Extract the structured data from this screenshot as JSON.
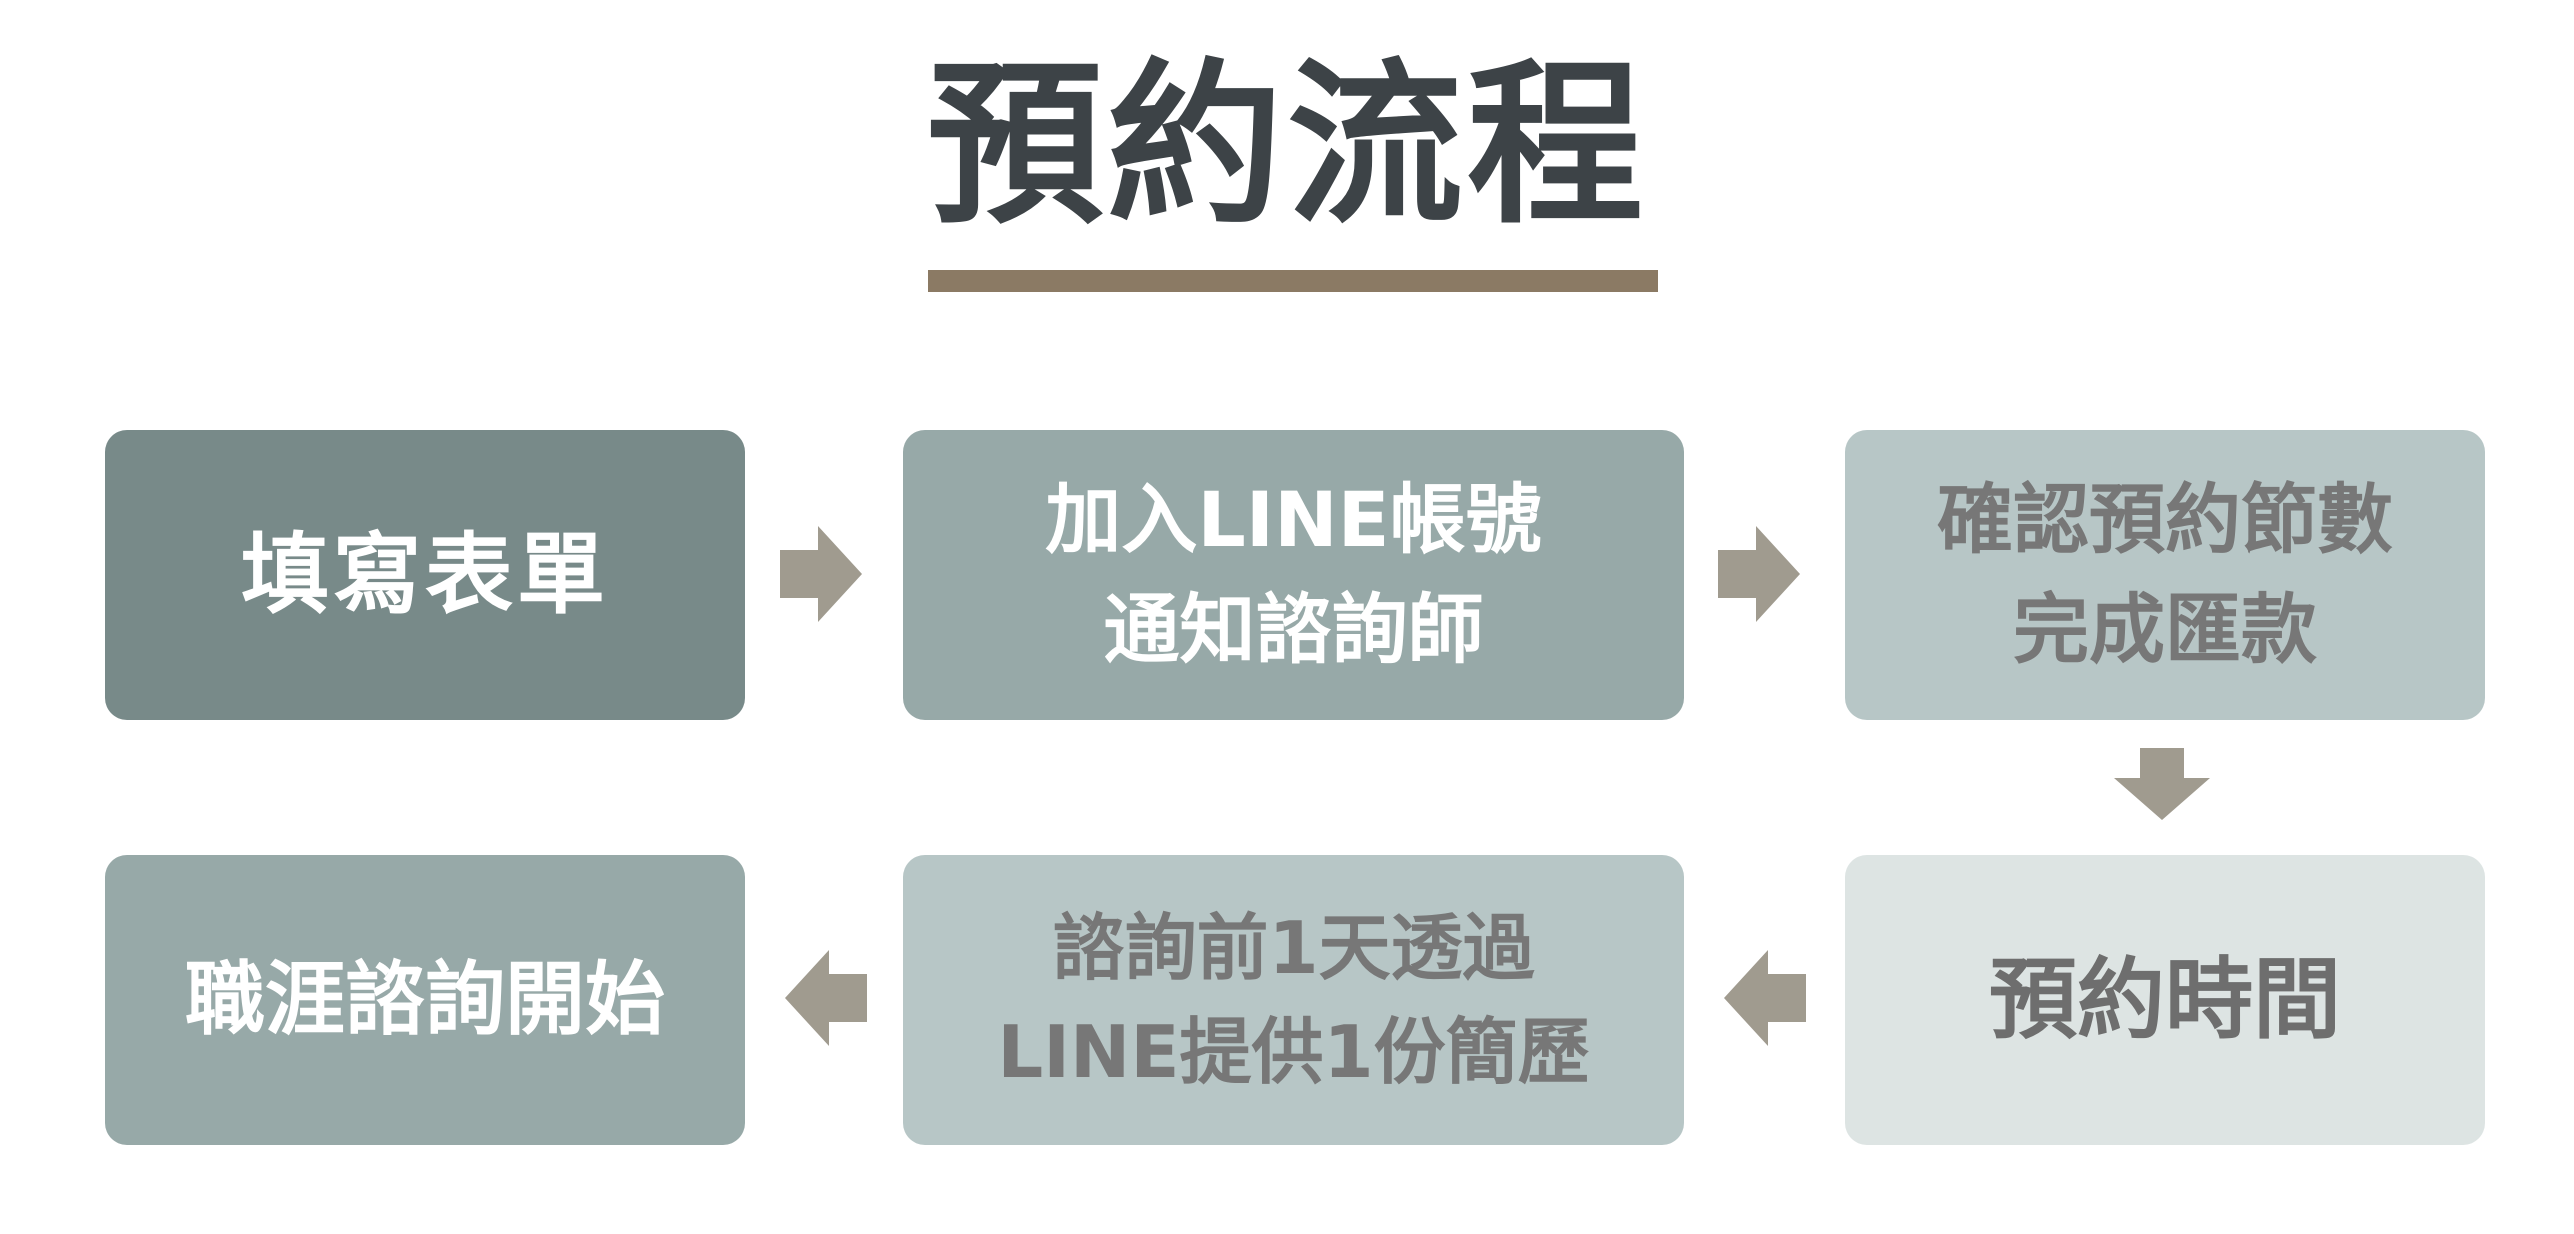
{
  "title": "預約流程",
  "steps": [
    {
      "lines": [
        "填寫表單"
      ]
    },
    {
      "lines": [
        "加入LINE帳號",
        "通知諮詢師"
      ]
    },
    {
      "lines": [
        "確認預約節數",
        "完成匯款"
      ]
    },
    {
      "lines": [
        "預約時間"
      ]
    },
    {
      "lines": [
        "諮詢前1天透過",
        "LINE提供1份簡歷"
      ]
    },
    {
      "lines": [
        "職涯諮詢開始"
      ]
    }
  ],
  "colors": {
    "title": "#3d4347",
    "underline": "#8b7a64",
    "arrow": "#a09b8f"
  }
}
